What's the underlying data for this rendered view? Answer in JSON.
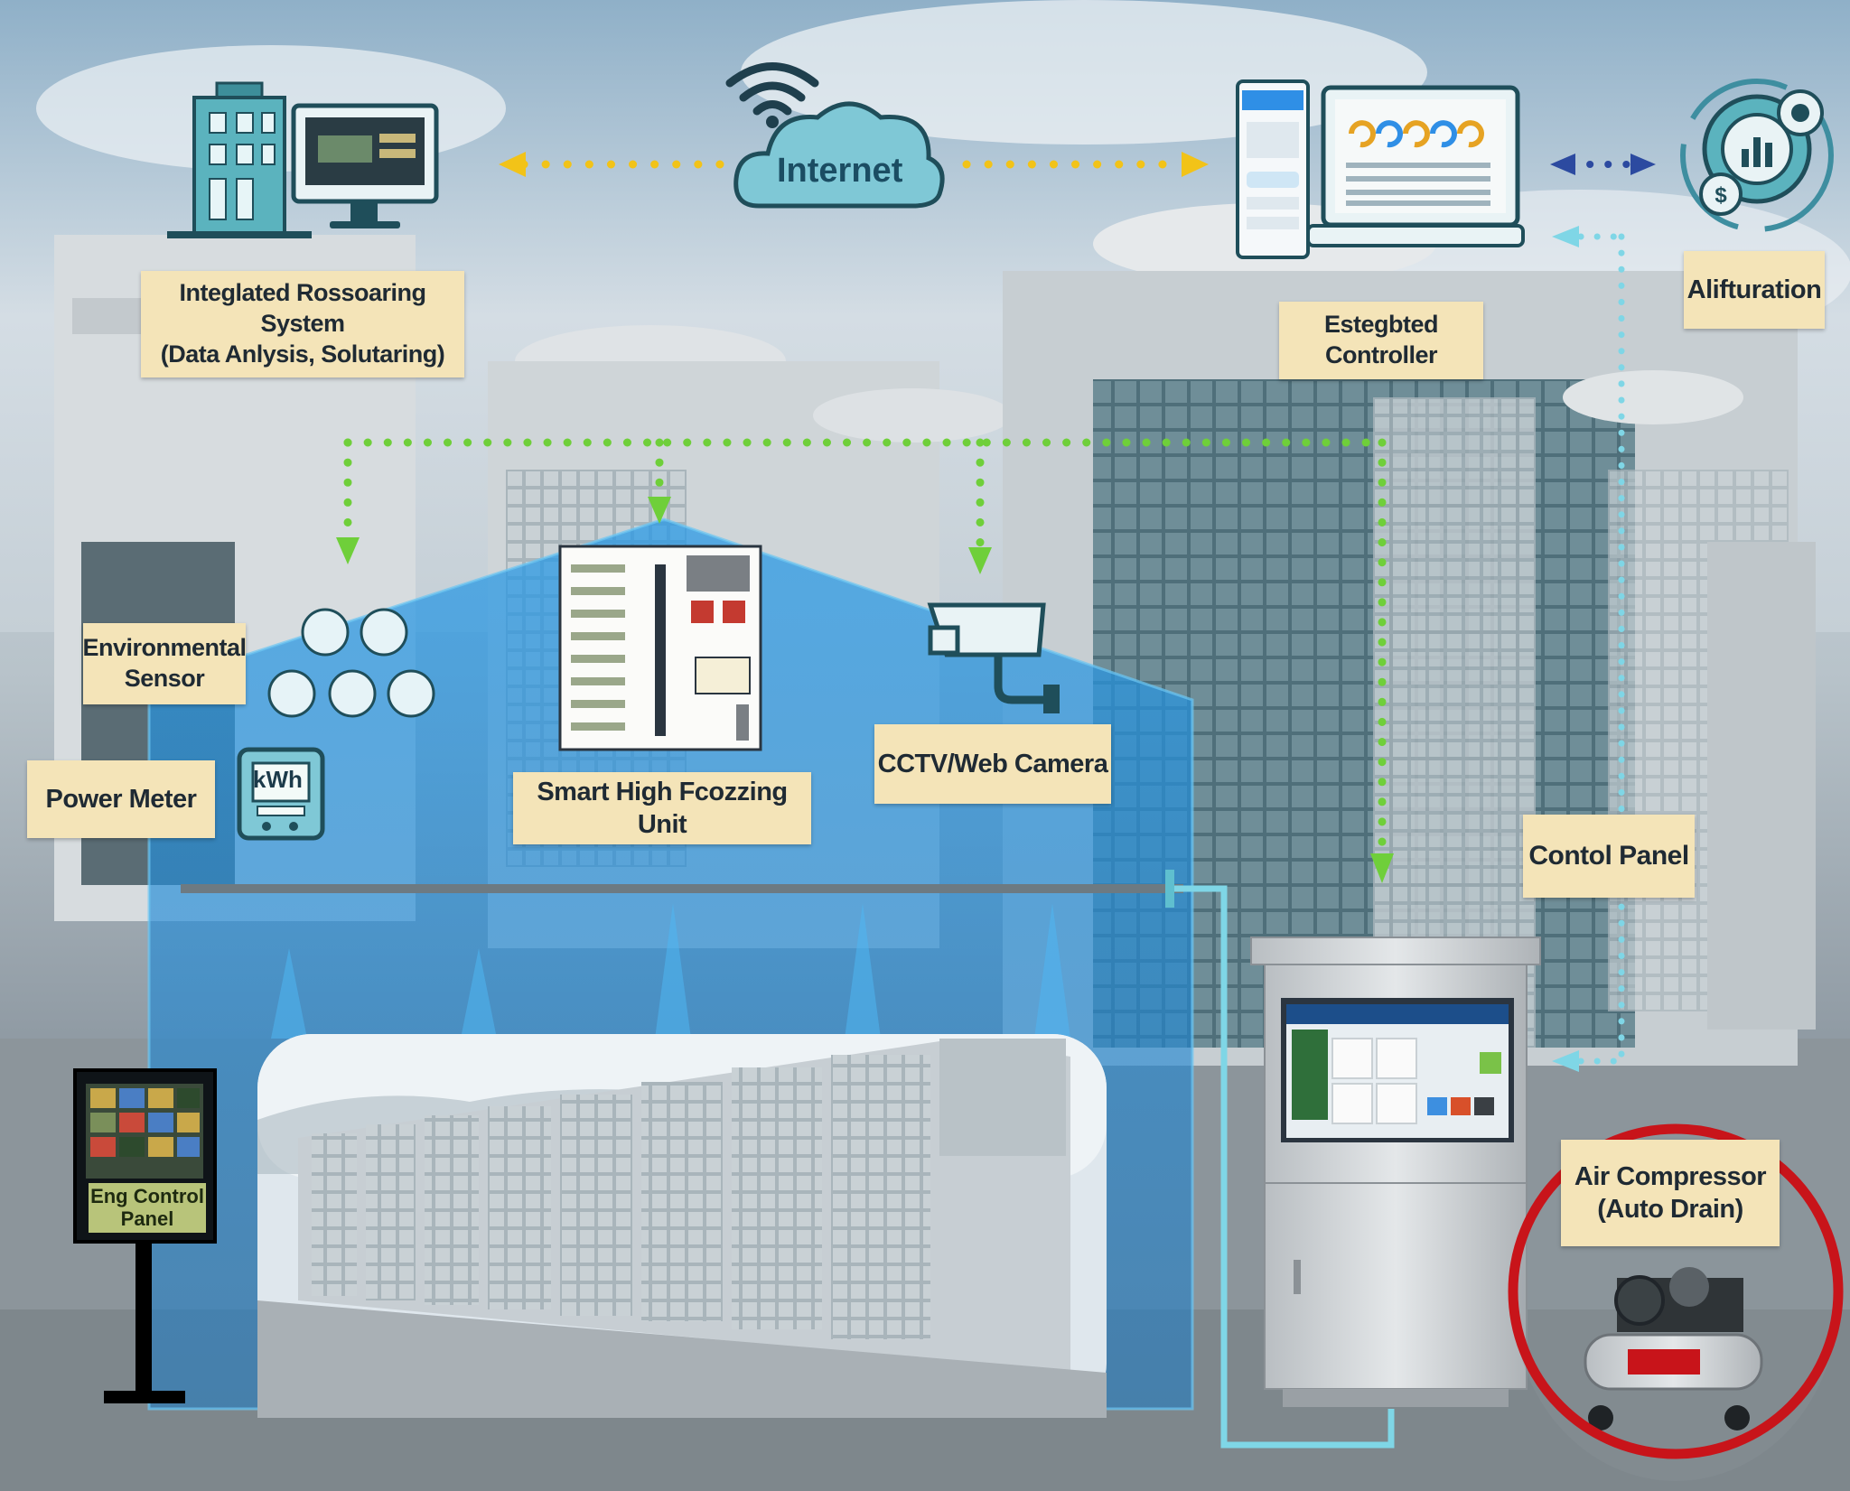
{
  "cloud": {
    "label": "Internet"
  },
  "labels": {
    "monitoring": [
      "Integlated Rossoaring System",
      "(Data Anlysis, Solutaring)"
    ],
    "controller": "Estegbted Controller",
    "analytics": "Alifturation",
    "environmental": [
      "Environmental",
      "Sensor"
    ],
    "power_meter": "Power Meter",
    "smart_unit": "Smart High Fcozzing Unit",
    "cctv": "CCTV/Web Camera",
    "control_panel": "Contol Panel",
    "air_compressor": [
      "Air Compressor",
      "(Auto Drain)"
    ]
  },
  "meter": {
    "unit": "kWh"
  },
  "kiosk": {
    "label": [
      "Eng Control",
      "Panel"
    ]
  },
  "colors": {
    "label_bg": "#f4e4b8",
    "wifi_link": "#f2c318",
    "sensor_link": "#6fcf3a",
    "cyan_link": "#7fd6e6",
    "dashed_blue": "#2c4aa0",
    "overlay_blue": "#1e8fd8",
    "highlight_circle": "#c8141a"
  },
  "icons": [
    "building-icon",
    "monitor-icon",
    "wifi-icon",
    "cloud-icon",
    "phone-icon",
    "laptop-icon",
    "gear-analytics-icon",
    "sensor-icons",
    "power-meter-icon",
    "wiring-diagram-icon",
    "camera-icon",
    "kiosk-icon",
    "control-cabinet-icon",
    "air-compressor-icon"
  ]
}
